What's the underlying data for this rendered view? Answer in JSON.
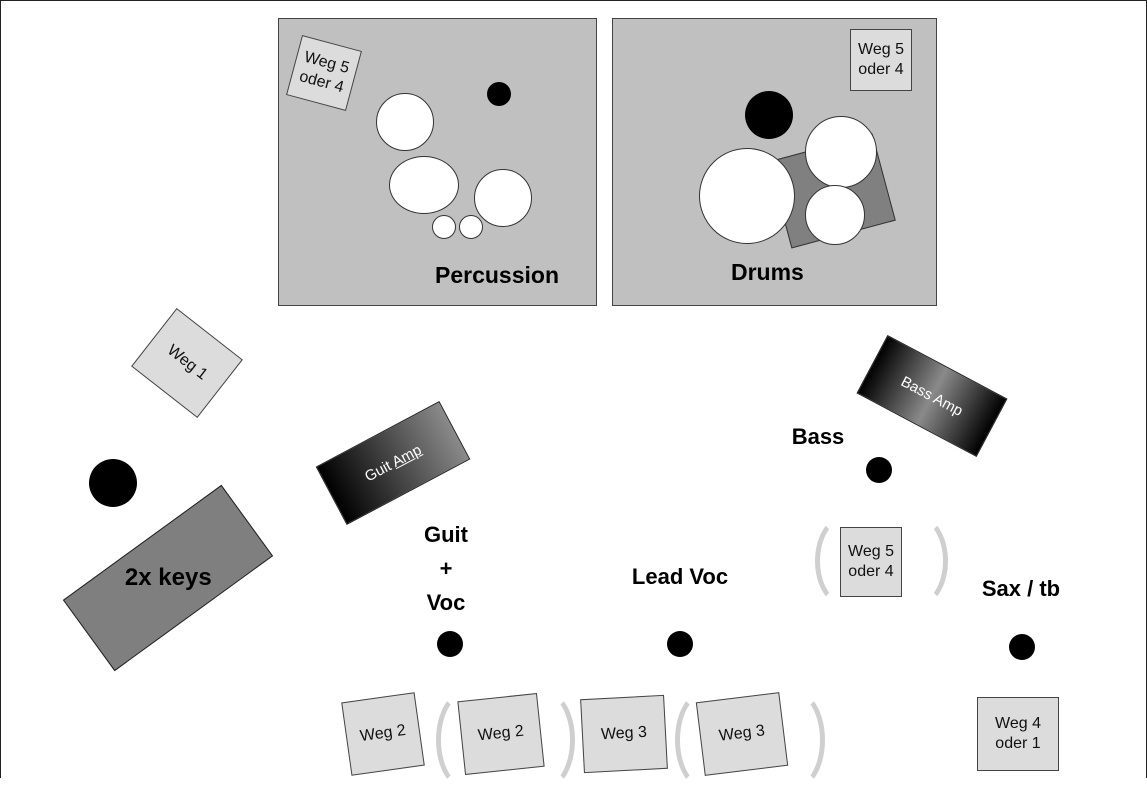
{
  "risers": {
    "percussion_label": "Percussion",
    "drums_label": "Drums"
  },
  "monitors": {
    "weg1": "Weg 1",
    "weg2_left": "Weg 2",
    "weg2_right": "Weg 2",
    "weg3_left": "Weg 3",
    "weg3_right": "Weg 3",
    "weg4_line1": "Weg 4",
    "weg4_line2": "oder 1",
    "weg5_line1": "Weg 5",
    "weg5_line2": "oder 4"
  },
  "amps": {
    "guitar_prefix": "Guit ",
    "guitar_amp_word": "Amp",
    "bass": "Bass Amp"
  },
  "instruments": {
    "keys": "2x keys"
  },
  "positions": {
    "guitar_line1": "Guit",
    "guitar_line2": "+",
    "guitar_line3": "Voc",
    "lead_voc": "Lead Voc",
    "bass": "Bass",
    "sax": "Sax / tb"
  },
  "colors": {
    "riser": "#c0c0c0",
    "monitor": "#dcdcdc",
    "keys": "#7f7f7f",
    "amp_dark": "#000000",
    "amp_light": "#8a8a8a",
    "paren": "#cfcfcf"
  }
}
